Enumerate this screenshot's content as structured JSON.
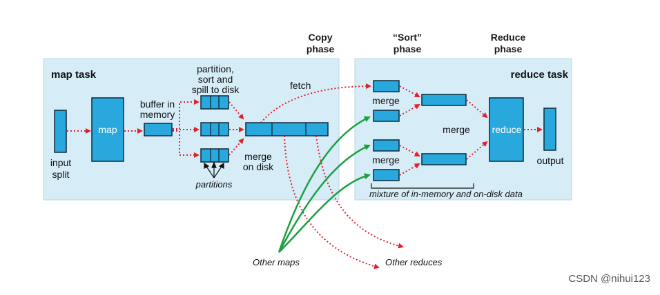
{
  "phases": {
    "copy": [
      "Copy",
      "phase"
    ],
    "sort": [
      "“Sort”",
      "phase"
    ],
    "reduce": [
      "Reduce",
      "phase"
    ]
  },
  "map_task": {
    "title": "map task",
    "input_split": [
      "input",
      "split"
    ],
    "map": "map",
    "buffer": [
      "buffer in",
      "memory"
    ],
    "partition": [
      "partition,",
      "sort and",
      "spill to disk"
    ],
    "partitions": "partitions",
    "merge_on_disk": [
      "merge",
      "on disk"
    ]
  },
  "reduce_task": {
    "title": "reduce task",
    "fetch": "fetch",
    "merge_top": "merge",
    "merge_bottom": "merge",
    "merge_mid": "merge",
    "reduce": "reduce",
    "output": "output",
    "mixture": "mixture of in-memory and on-disk data"
  },
  "external": {
    "other_maps": "Other maps",
    "other_reduces": "Other reduces"
  },
  "watermark": "CSDN @nihui123",
  "colors": {
    "panel": "#d6ecf7",
    "box": "#29a8dd",
    "box_stroke": "#0d2a3b",
    "red_arrow": "#e0202a",
    "green_arrow": "#1aa040"
  }
}
